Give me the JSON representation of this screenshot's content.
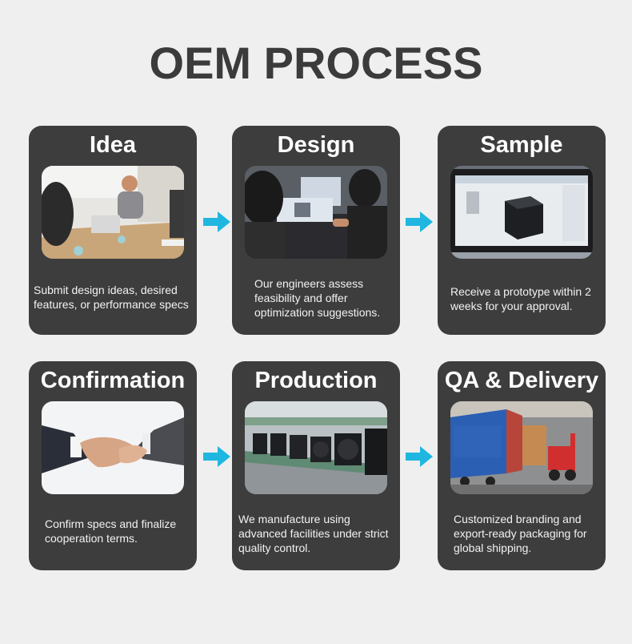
{
  "page": {
    "title": "OEM PROCESS"
  },
  "steps": [
    {
      "title": "Idea",
      "description": "Submit design ideas, desired features, or performance specs",
      "photo": "meeting-photo"
    },
    {
      "title": "Design",
      "description": "Our engineers assess feasibility and offer optimization suggestions.",
      "photo": "engineers-photo"
    },
    {
      "title": "Sample",
      "description": "Receive a prototype within 2 weeks for your approval.",
      "photo": "laptop-prototype-photo"
    },
    {
      "title": "Confirmation",
      "description": "Confirm specs and finalize cooperation terms.",
      "photo": "handshake-photo"
    },
    {
      "title": "Production",
      "description": "We manufacture using advanced facilities under strict quality control.",
      "photo": "factory-line-photo"
    },
    {
      "title": "QA & Delivery",
      "description": "Customized branding and export-ready packaging for global shipping.",
      "photo": "truck-loading-photo"
    }
  ],
  "colors": {
    "background": "#efefef",
    "card": "#3d3d3d",
    "arrow": "#1fb7e0",
    "title": "#3b3b3b"
  }
}
